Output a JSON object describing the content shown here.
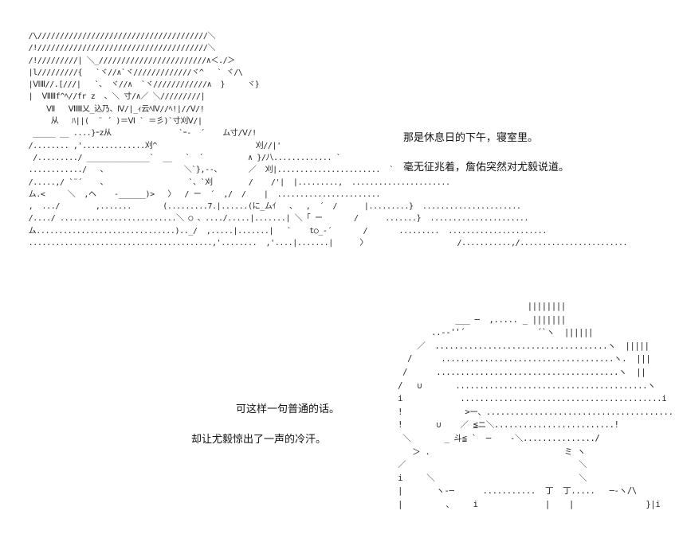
{
  "scene": {
    "art_top": " /\\//////////////////////////////////////＼\n /!//////////////////////////////////////＼\n /!/////////| ＼_////////////////////////∧＜./＞\n |l/////////{   `ヾ//∧`ヾ/////////////ヾ^   ` ヾ/\\\n |ⅥⅢ//.[///|   `、 ヾ//∧  `ヾ////////////∧  }     ヾ}\n |  ⅦⅢf^ﾍ//fr z  、＼ 寸/∧／ ＼/////////|\n     Ⅶ   ⅦⅢ乂_込乃、Ⅳ/|_ｨ云ﾍⅣ//ﾍ!|//Ⅴ/!\n      从   ﾊ||(  ¨ ´ )＝Ⅵ ` ＝彡)`寸刈Ⅴ/|\n  _____ __ ....}ｰz从               `ｰ-  ´    ム寸/Ⅴ/!\n /........ ,'..............刈^                      刈//|'\n  /........./ ______________`  __   `  ´          ∧ }/八............. `\n ............/   、                 ＼`},--、      ／  刈|.......................  `\n /.....,/ `¨´    、                  `、`刈        /    /'|  |.........,  ......................\n ム.<     ＼  ,ヘ    -______)>   〉  / ー  ´  ,/  /    |  .......................\n ,  .../        ,.......       (.........7.|......(に_ムｲ   、  ,  ´  /      |.........}  ......................\n /..../ ..........................＼ ○ 、..../.....|.......| ＼ ｢ ー       /      .......}  ......................\n ム...............................).._/  ,.....|.......|   `    t○_-´       /       .........  ......................\n .........................................,'........  ,'....|.......|      〉                    /...........,/........................",
    "art_bottom": "                                 ||||||||\n                  ___ ─  ,..... _ |||||||\n             ..-‐''´               ´`ヽ  ||||||\n          ／  ....................................ヽ  |||||\n        /      ....................................ヽ.  |||\n       /      ......................................ヽ  ||\n      /   ∪       ........................................ヽ\n      i            ..........................................i\n      !             >ー、.......................................!\n      !       ∪    ／ ≦ニ＼.........................!\n       ＼       _ 斗≦ `  ─    -＼.............../\n         ＞ .                            ミ ヽ\n      ／                                    ＼\n      i     ＼                              ＼\n      |       ヽ-─      ...........  丁  丁.....   ─-ヽ/\\\n      |         、    i              |    |               }|i"
  },
  "narration": [
    "那是休息日的下午，寝室里。",
    "毫无征兆着，詹佑突然对尤毅说道。",
    "可这样一句普通的话。",
    "却让尤毅惊出了一声的冷汗。"
  ]
}
